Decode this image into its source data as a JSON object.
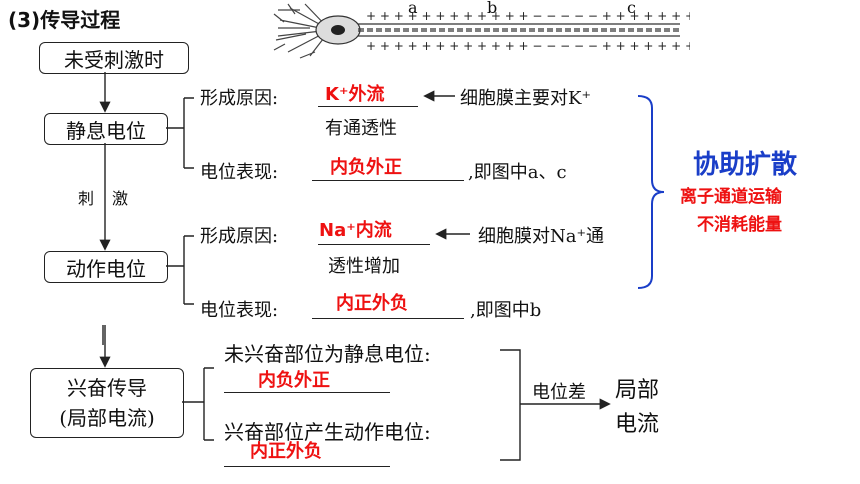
{
  "title": "(3)传导过程",
  "neuron_labels": {
    "a": "a",
    "b": "b",
    "c": "c"
  },
  "boxes": {
    "unstimulated": "未受刺激时",
    "resting": "静息电位",
    "action": "动作电位",
    "conduction_line1": "兴奋传导",
    "conduction_line2": "(局部电流)"
  },
  "stimulus": {
    "char1": "刺",
    "char2": "激"
  },
  "resting": {
    "cause_label": "形成原因:",
    "cause_answer": "K⁺外流",
    "cause_note": "细胞膜主要对K⁺",
    "cause_note2": "有通透性",
    "show_label": "电位表现:",
    "show_answer": "内负外正",
    "show_note": ",即图中a、c"
  },
  "action": {
    "cause_label": "形成原因:",
    "cause_answer": "Na⁺内流",
    "cause_note": "细胞膜对Na⁺通",
    "cause_note2": "透性增加",
    "show_label": "电位表现:",
    "show_answer": "内正外负",
    "show_note": ",即图中b"
  },
  "conduction": {
    "unexcited": "未兴奋部位为静息电位:",
    "unexcited_answer": "内负外正",
    "excited": "兴奋部位产生动作电位:",
    "excited_answer": "内正外负",
    "arrow_label": "电位差",
    "result_line1": "局部",
    "result_line2": "电流"
  },
  "annotation": {
    "main": "协助扩散",
    "line1": "离子通道运输",
    "line2": "不消耗能量"
  },
  "colors": {
    "answer": "#ee1111",
    "brace": "#1a3ec8",
    "main": "#1a3ec8"
  }
}
